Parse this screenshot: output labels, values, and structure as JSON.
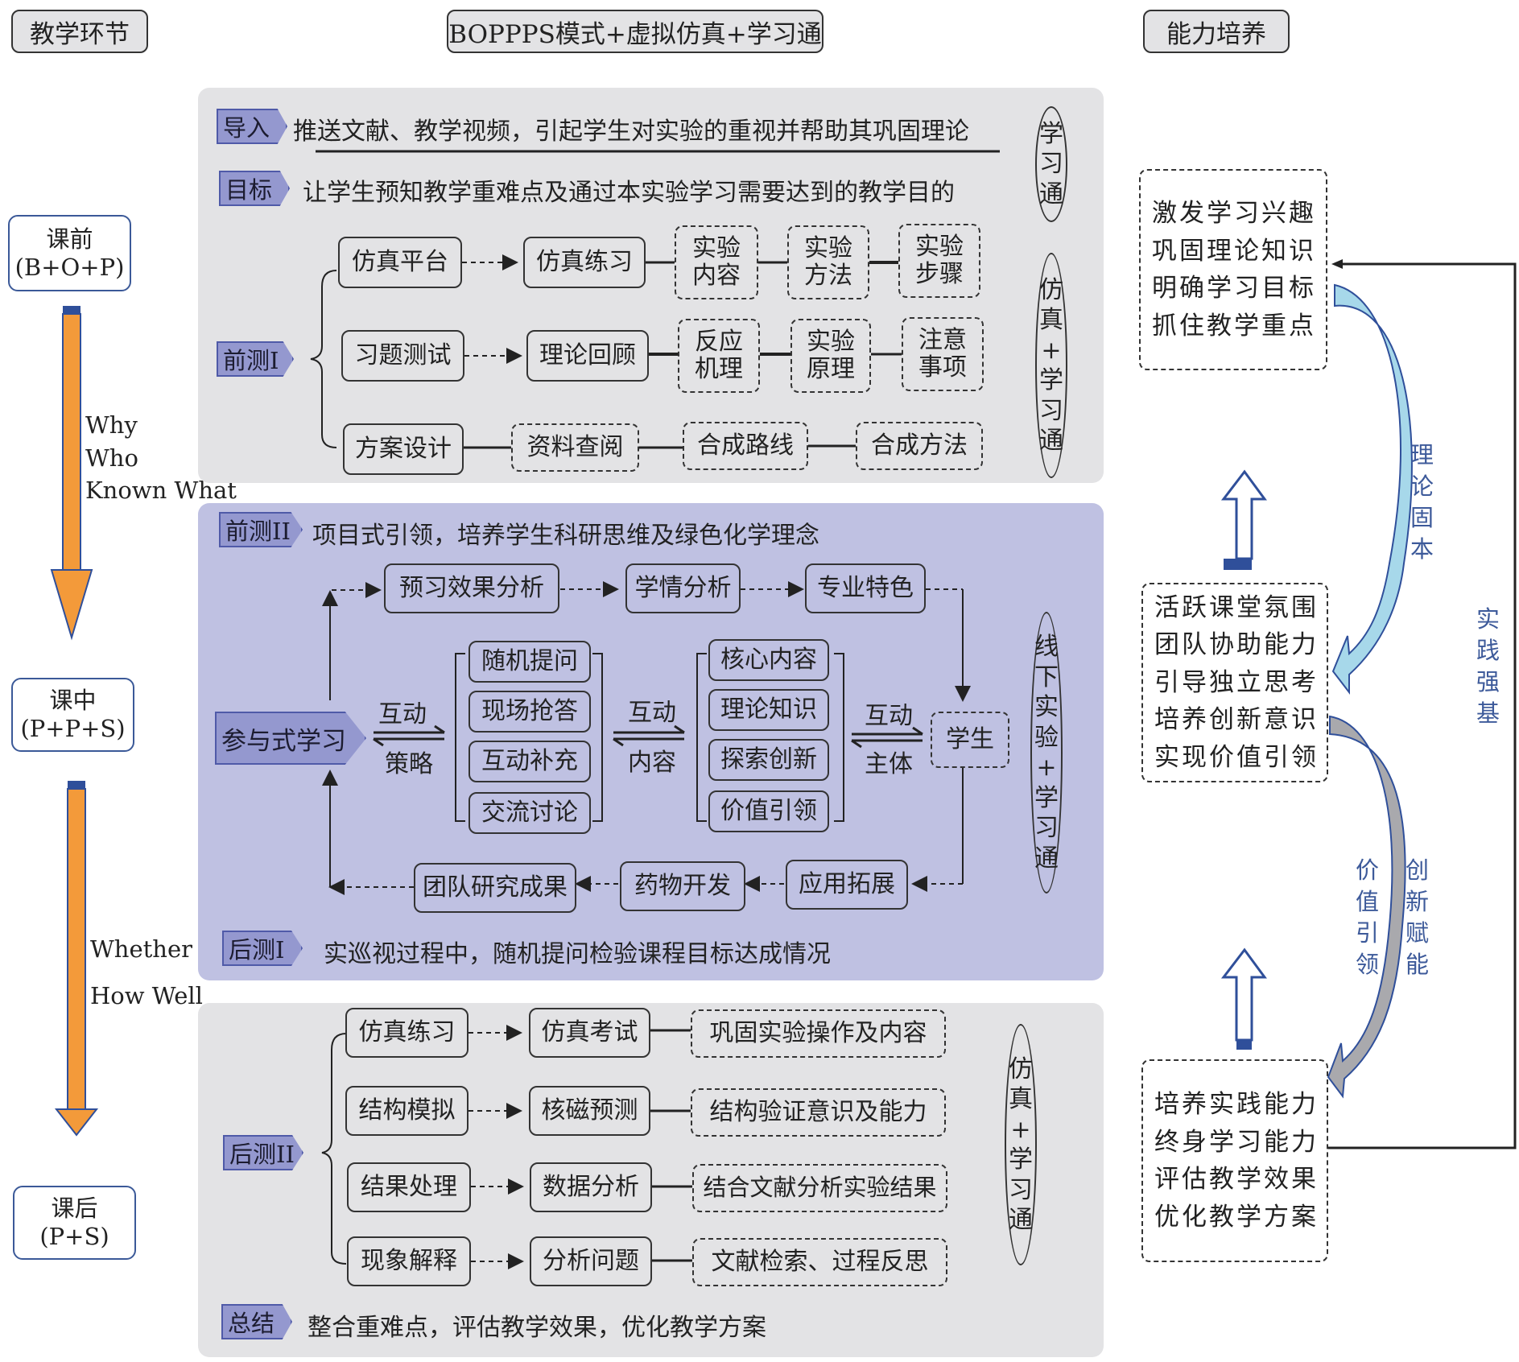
{
  "headers": {
    "stages": "教学环节",
    "model": "BOPPPS模式+虚拟仿真+学习通",
    "abilities": "能力培养"
  },
  "stages": [
    {
      "name": "课前",
      "code": "(B+O+P)"
    },
    {
      "name": "课中",
      "code": "(P+P+S)"
    },
    {
      "name": "课后",
      "code": "(P+S)"
    }
  ],
  "stage_arrows": [
    {
      "labels": [
        "Why",
        "Who",
        "Known What"
      ]
    },
    {
      "labels": [
        "Whether",
        "How Well"
      ]
    }
  ],
  "panel1": {
    "intro": {
      "tag": "导入",
      "text": "推送文献、教学视频，引起学生对实验的重视并帮助其巩固理论"
    },
    "objective": {
      "tag": "目标",
      "text": "让学生预知教学重难点及通过本实验学习需要达到的教学目的"
    },
    "pretest_tag": "前测I",
    "rows": [
      {
        "start": "仿真平台",
        "mid": "仿真练习",
        "items": [
          "实验内容",
          "实验方法",
          "实验步骤"
        ]
      },
      {
        "start": "习题测试",
        "mid": "理论回顾",
        "items": [
          "反应机理",
          "实验原理",
          "注意事项"
        ]
      },
      {
        "start": "方案设计",
        "items": [
          "资料查阅",
          "合成路线",
          "合成方法"
        ]
      }
    ],
    "oval_top": "学习通",
    "oval_bottom": "仿真+学习通"
  },
  "panel2": {
    "pretest2": {
      "tag": "前测II",
      "text": "项目式引领，培养学生科研思维及绿色化学理念"
    },
    "center": "参与式学习",
    "top_flow": [
      "预习效果分析",
      "学情分析",
      "专业特色"
    ],
    "bottom_flow": [
      "团队研究成果",
      "药物开发",
      "应用拓展"
    ],
    "strategy_label": [
      "互动",
      "策略"
    ],
    "strategies": [
      "随机提问",
      "现场抢答",
      "互动补充",
      "交流讨论"
    ],
    "content_label": [
      "互动",
      "内容"
    ],
    "contents": [
      "核心内容",
      "理论知识",
      "探索创新",
      "价值引领"
    ],
    "subject_label": [
      "互动",
      "主体"
    ],
    "student": "学生",
    "oval": "线下实验+学习通",
    "posttest1": {
      "tag": "后测I",
      "text": "实巡视过程中，随机提问检验课程目标达成情况"
    }
  },
  "panel3": {
    "posttest2_tag": "后测II",
    "rows": [
      {
        "start": "仿真练习",
        "mid": "仿真考试",
        "end": "巩固实验操作及内容"
      },
      {
        "start": "结构模拟",
        "mid": "核磁预测",
        "end": "结构验证意识及能力"
      },
      {
        "start": "结果处理",
        "mid": "数据分析",
        "end": "结合文献分析实验结果"
      },
      {
        "start": "现象解释",
        "mid": "分析问题",
        "end": "文献检索、过程反思"
      }
    ],
    "oval": "仿真+学习通",
    "summary": {
      "tag": "总结",
      "text": "整合重难点，评估教学效果，优化教学方案"
    }
  },
  "abilities": {
    "box1": [
      "激发学习兴趣",
      "巩固理论知识",
      "明确学习目标",
      "抓住教学重点"
    ],
    "box2": [
      "活跃课堂氛围",
      "团队协助能力",
      "引导独立思考",
      "培养创新意识",
      "实现价值引领"
    ],
    "box3": [
      "培养实践能力",
      "终身学习能力",
      "评估教学效果",
      "优化教学方案"
    ],
    "curve1_label": "理论固本",
    "curve2_label_left": "价值引领",
    "curve2_label_right": "创新赋能",
    "loop_label": "实践强基"
  },
  "colors": {
    "tag_fill": "#9498cf",
    "panel_gray": "#e3e3e5",
    "panel_blue": "#bfc1e2",
    "stage_arrow": "#f39a3a",
    "arrow_blue": "#2f4f9a",
    "curve1": "#a7d8ea",
    "curve2": "#a9a9ad",
    "label_blue": "#3d5a9a"
  }
}
